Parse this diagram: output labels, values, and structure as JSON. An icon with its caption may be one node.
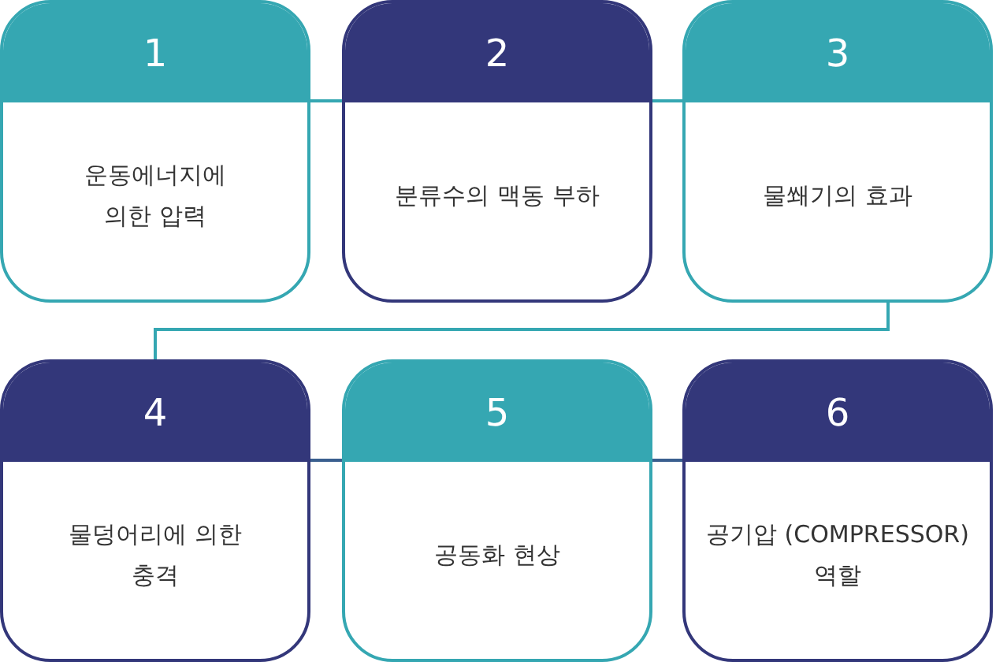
{
  "diagram": {
    "nodes": [
      {
        "text": [
          "1",
          "운동에너지에 의한 압력"
        ]
      },
      {
        "text": [
          "2",
          "분류수의 맥동 부하"
        ]
      },
      {
        "text": [
          "3",
          "물쐐기의 효과"
        ]
      },
      {
        "text": [
          "4",
          "물덩어리에 의한 충격"
        ]
      },
      {
        "text": [
          "5",
          "공동화 현상"
        ]
      },
      {
        "text": [
          "6",
          "공기압 (COMPRESSOR)역할"
        ]
      }
    ],
    "edges": [
      {
        "from": 0,
        "to": 1,
        "arrow": "none"
      },
      {
        "from": 1,
        "to": 2,
        "arrow": "none"
      },
      {
        "from": 2,
        "to": 3,
        "arrow": "none"
      },
      {
        "from": 3,
        "to": 4,
        "arrow": "none",
        "color": "#3a5f8f"
      },
      {
        "from": 4,
        "to": 5,
        "arrow": "none",
        "color": "#3a5f8f"
      }
    ]
  }
}
